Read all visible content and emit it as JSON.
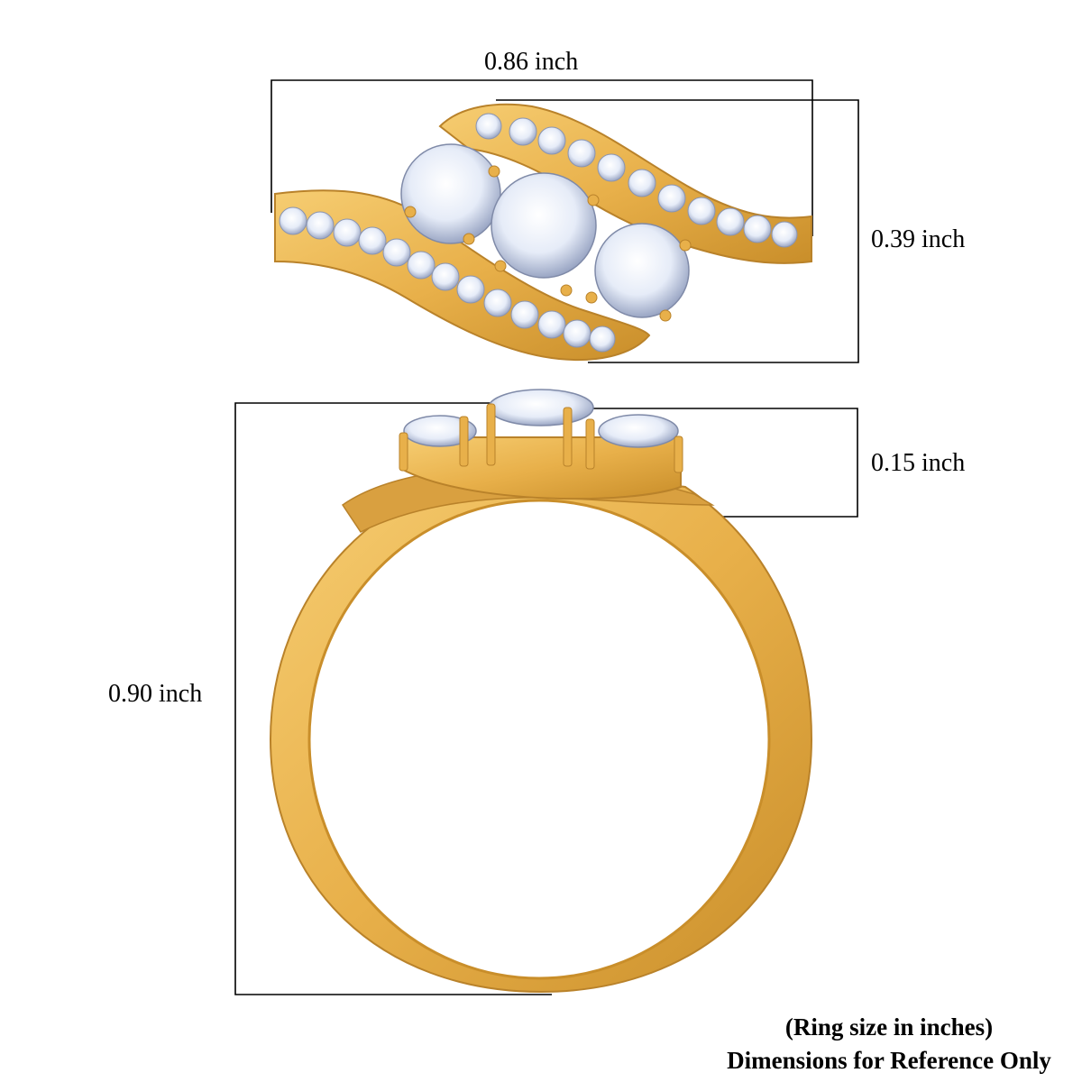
{
  "dimensions": {
    "top_width": "0.86 inch",
    "top_height": "0.39 inch",
    "stone_height": "0.15 inch",
    "ring_height": "0.90 inch"
  },
  "footer": {
    "line1": "(Ring size in inches)",
    "line2": "Dimensions for Reference Only"
  },
  "colors": {
    "gold": "#E8B04A",
    "gold_dark": "#C98E2A",
    "gold_light": "#F6CD72",
    "stone": "#EEF2FA",
    "stone_edge": "#9AA6C4"
  }
}
